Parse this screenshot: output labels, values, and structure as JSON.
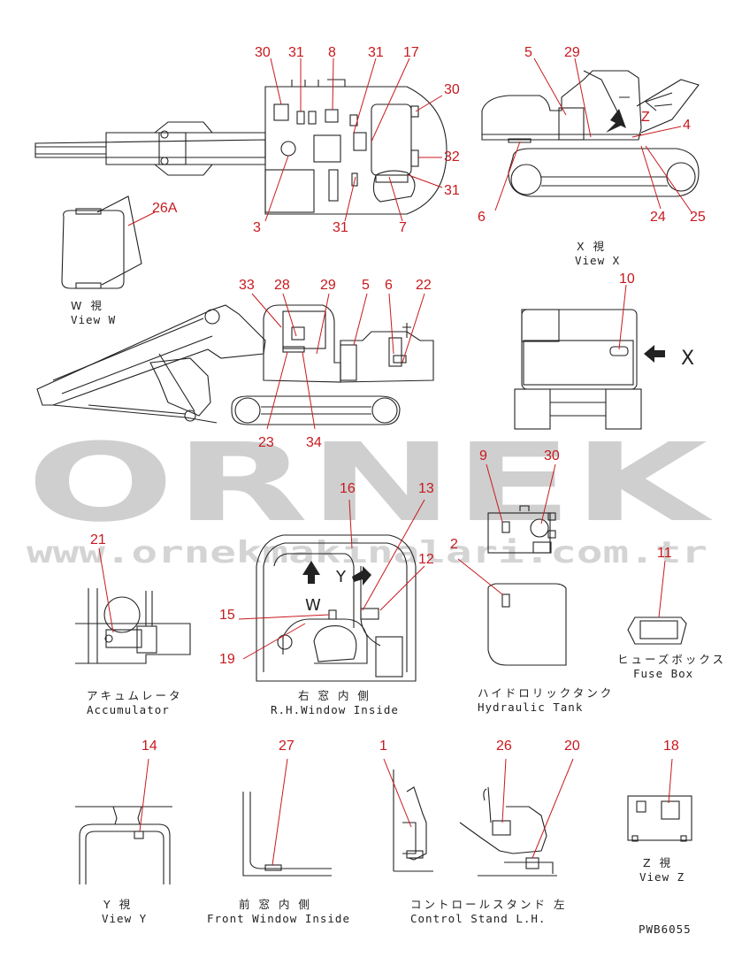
{
  "watermark": {
    "brand": "ORNEK",
    "url": "www.ornekmakinalari.com.tr"
  },
  "drawing_code": "PWB6055",
  "views": {
    "w": {
      "jp": "W 視",
      "en": "View W"
    },
    "x": {
      "jp": "X 視",
      "en": "View X"
    },
    "y": {
      "jp": "Y 視",
      "en": "View Y"
    },
    "z": {
      "jp": "Z 視",
      "en": "View Z"
    },
    "accumulator": {
      "jp": "アキュムレータ",
      "en": "Accumulator"
    },
    "rh_window": {
      "jp": "右 窓 内 側",
      "en": "R.H.Window Inside"
    },
    "hydraulic_tank": {
      "jp": "ハイドロリックタンク",
      "en": "Hydraulic Tank"
    },
    "fuse_box": {
      "jp": "ヒューズボックス",
      "en": "Fuse Box"
    },
    "front_window": {
      "jp": "前 窓 内 側",
      "en": "Front Window Inside"
    },
    "control_stand": {
      "jp": "コントロールスタンド 左",
      "en": "Control Stand L.H."
    }
  },
  "arrow_letters": {
    "x": "X",
    "w": "W",
    "y": "Y",
    "z": "Z"
  },
  "callouts": {
    "top_30a": "30",
    "top_31a": "31",
    "top_8": "8",
    "top_31b": "31",
    "top_17": "17",
    "top_30b": "30",
    "top_32": "32",
    "top_31c": "31",
    "top_3": "3",
    "top_31d": "31",
    "top_7": "7",
    "w_26a": "26A",
    "x_5": "5",
    "x_29": "29",
    "x_4": "4",
    "x_6": "6",
    "x_24": "24",
    "x_25": "25",
    "side_33": "33",
    "side_28": "28",
    "side_29": "29",
    "side_5": "5",
    "side_6": "6",
    "side_22": "22",
    "side_23": "23",
    "side_34": "34",
    "rear_10": "10",
    "tank_9": "9",
    "tank_30": "30",
    "tank_2": "2",
    "acc_21": "21",
    "win_16": "16",
    "win_13": "13",
    "win_12": "12",
    "win_15": "15",
    "win_19": "19",
    "fuse_11": "11",
    "y_14": "14",
    "front_27": "27",
    "cs_1": "1",
    "cs_26": "26",
    "cs_20": "20",
    "z_18": "18"
  }
}
